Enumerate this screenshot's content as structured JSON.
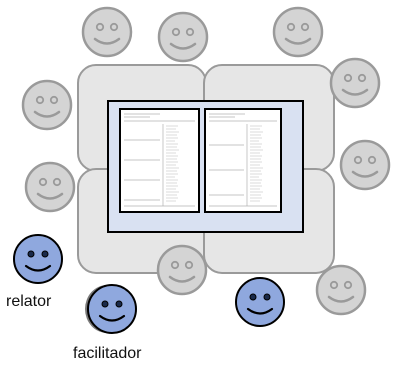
{
  "labels": {
    "relator": "relator",
    "facilitador": "facilitador"
  },
  "colors": {
    "gray_face_fill": "#d4d4d4",
    "gray_face_stroke": "#9a9a9a",
    "blue_face_fill": "#8fa8de",
    "blue_face_stroke": "#000000",
    "table_fill": "#e6e6e6",
    "table_stroke": "#9a9a9a",
    "mat_fill": "#d9e1f2",
    "mat_stroke": "#000000"
  },
  "participants": {
    "observers": 10,
    "relator": 1,
    "facilitador": 1,
    "other_blue": 1
  },
  "icons": [
    "smiley-face-icon",
    "document-page-icon"
  ]
}
